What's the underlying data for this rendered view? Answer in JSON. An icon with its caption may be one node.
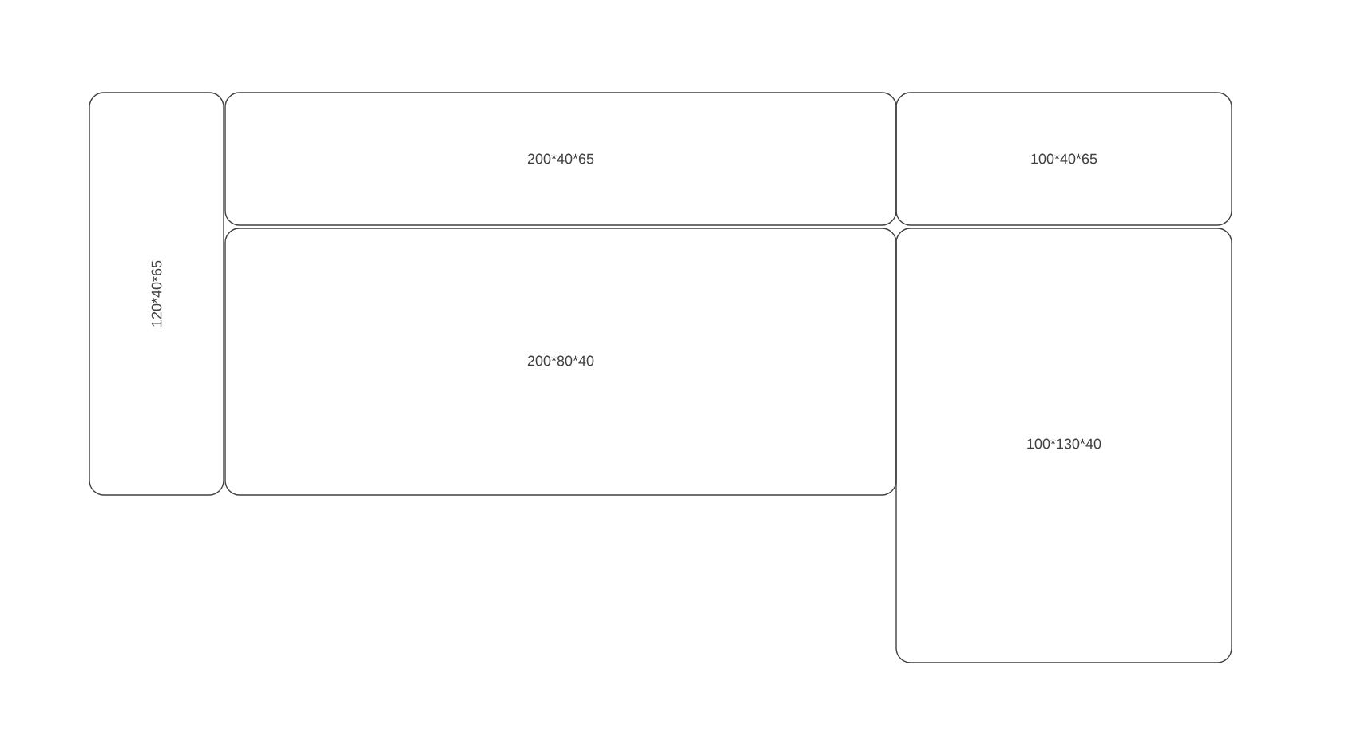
{
  "diagram": {
    "nodes": [
      {
        "text": [
          "120*40*65"
        ]
      },
      {
        "text": [
          "200*40*65"
        ]
      },
      {
        "text": [
          "100*40*65"
        ]
      },
      {
        "text": [
          "200*80*40"
        ]
      },
      {
        "text": [
          "100*130*40"
        ]
      }
    ]
  }
}
